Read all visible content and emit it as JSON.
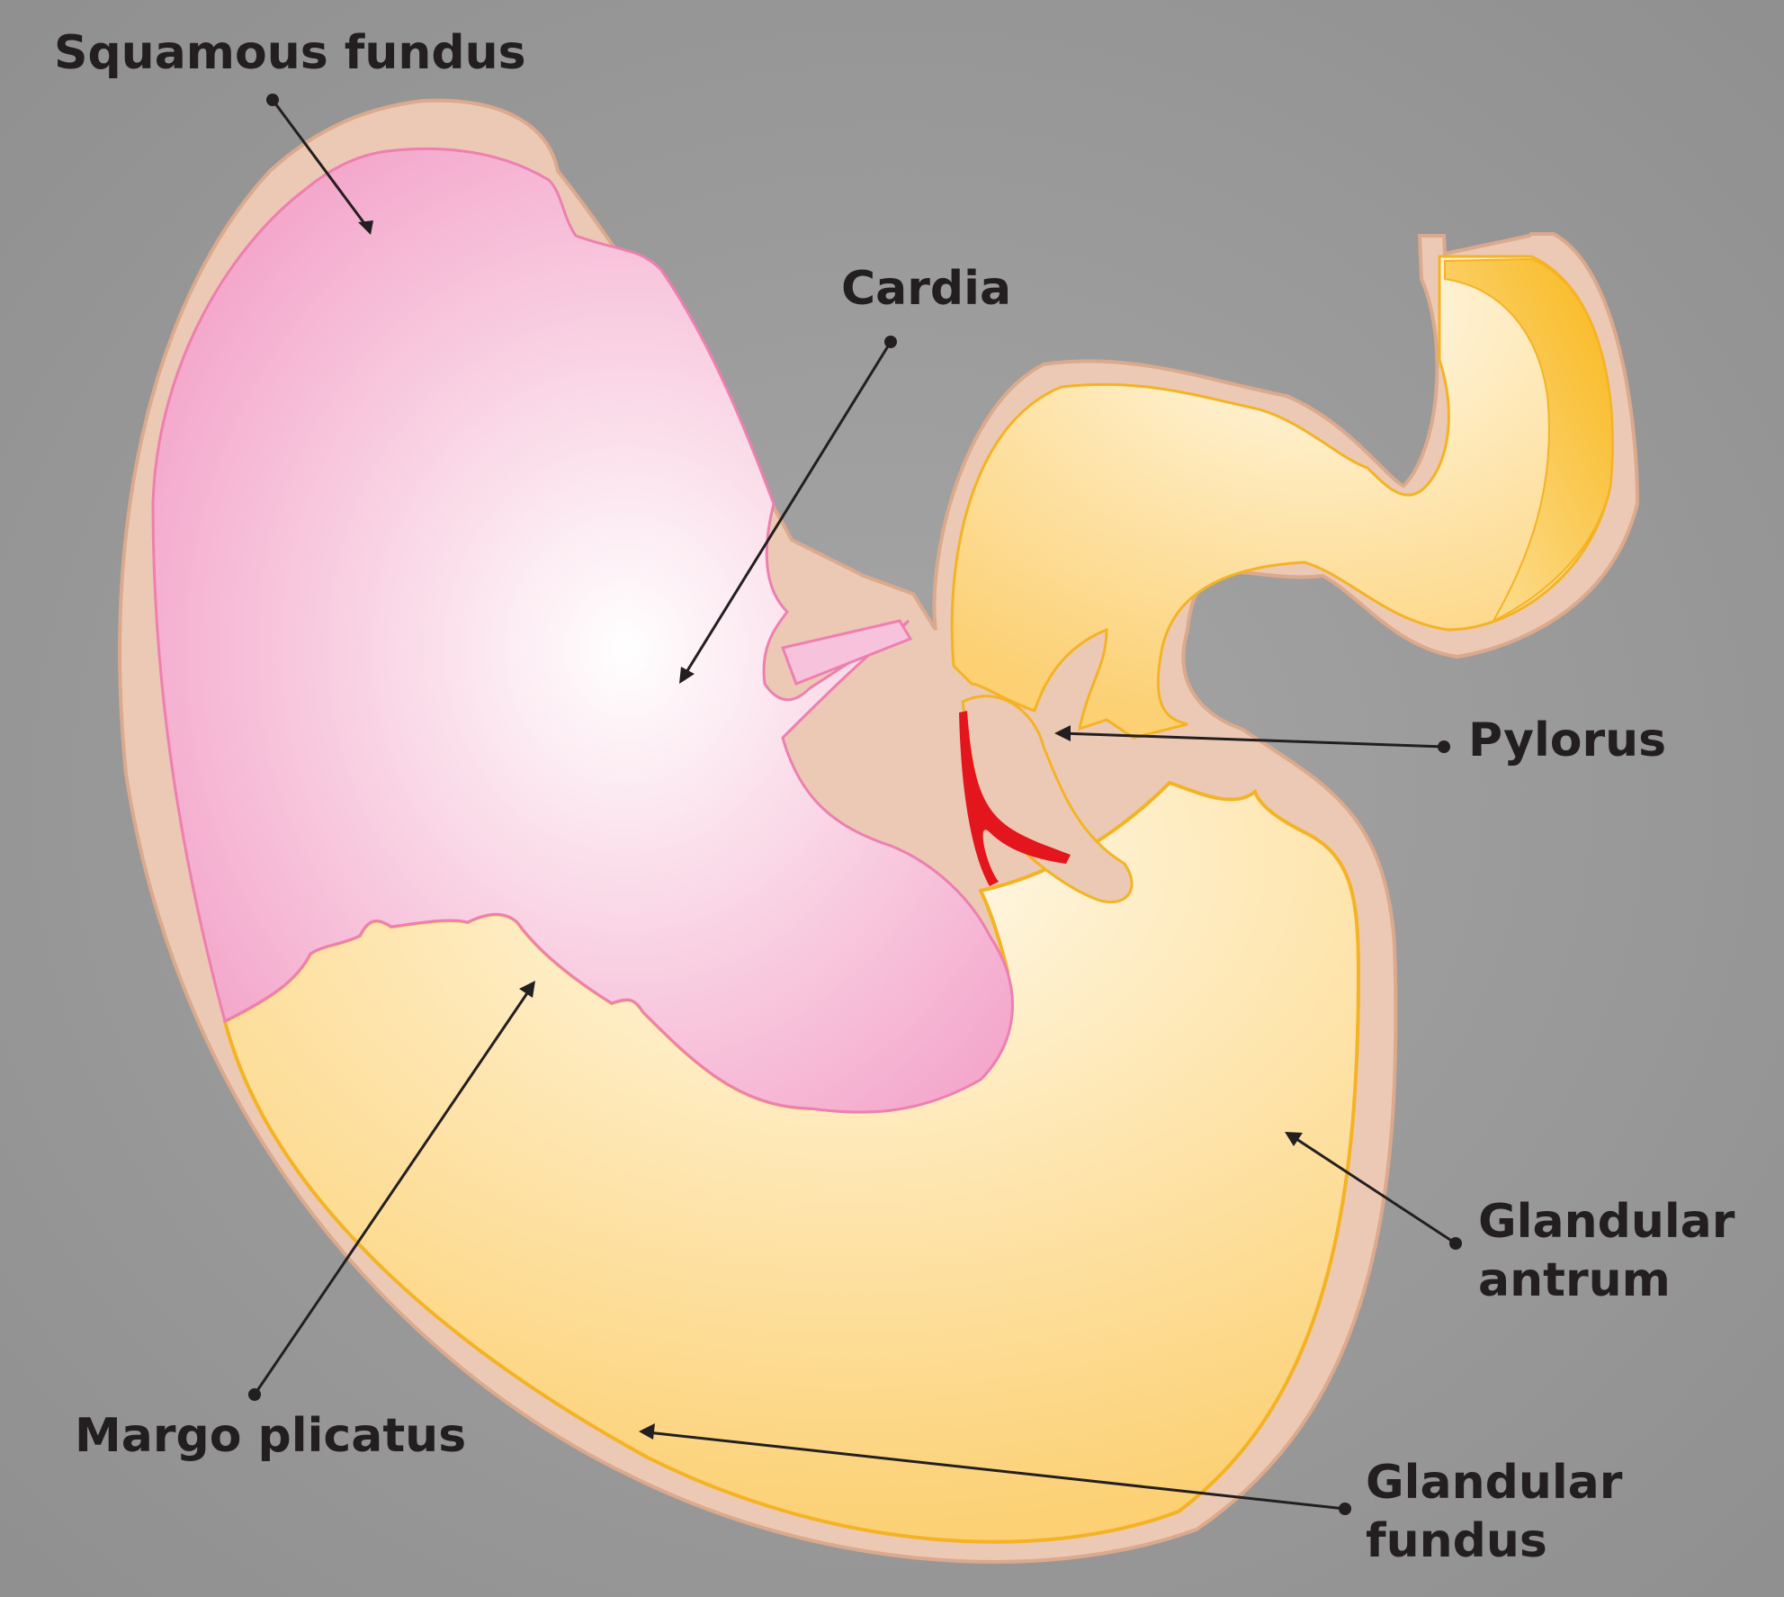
{
  "labels": {
    "squamous_fundus": "Squamous fundus",
    "cardia": "Cardia",
    "pylorus": "Pylorus",
    "glandular_antrum_line1": "Glandular",
    "glandular_antrum_line2": "antrum",
    "margo_plicatus": "Margo plicatus",
    "glandular_fundus_line1": "Glandular",
    "glandular_fundus_line2": "fundus"
  },
  "colors": {
    "background": "#9a9a9a",
    "wall": "#ecc9b5",
    "wall_outline": "#dba98c",
    "squamous_mucosa": "#f4a8cc",
    "squamous_outline": "#ee7fb0",
    "glandular_mucosa": "#fcd073",
    "glandular_outline": "#f4b324",
    "duodenum": "#f9b71a",
    "vessel": "#e3161d",
    "text": "#231f20"
  }
}
